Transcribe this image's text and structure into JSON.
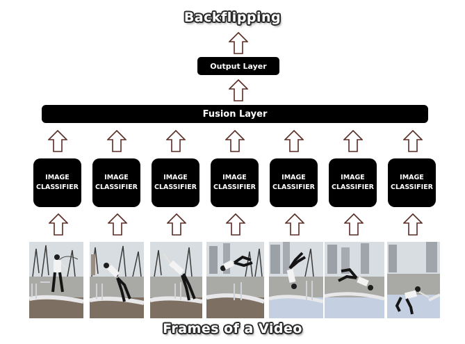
{
  "top_label": "Backflipping",
  "output_layer_label": "Output Layer",
  "fusion_layer_label": "Fusion Layer",
  "classifiers": [
    {
      "line1": "IMAGE",
      "line2": "CLASSIFIER"
    },
    {
      "line1": "IMAGE",
      "line2": "CLASSIFIER"
    },
    {
      "line1": "IMAGE",
      "line2": "CLASSIFIER"
    },
    {
      "line1": "IMAGE",
      "line2": "CLASSIFIER"
    },
    {
      "line1": "IMAGE",
      "line2": "CLASSIFIER"
    },
    {
      "line1": "IMAGE",
      "line2": "CLASSIFIER"
    },
    {
      "line1": "IMAGE",
      "line2": "CLASSIFIER"
    }
  ],
  "bottom_label": "Frames of a Video",
  "colors": {
    "box_fill": "#000000",
    "box_text": "#ffffff",
    "arrow_stroke": "#5a2a22",
    "arrow_fill": "#ffffff"
  }
}
